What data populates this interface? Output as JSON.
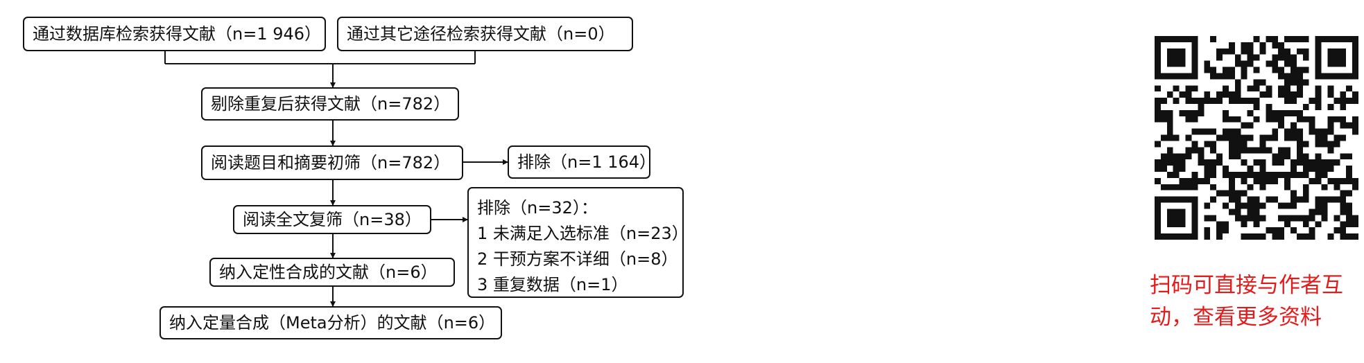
{
  "flowchart": {
    "db_search": "通过数据库检索获得文献（n=1 946）",
    "other_search": "通过其它途径检索获得文献（n=0）",
    "dedup": "剔除重复后获得文献（n=782）",
    "screen_title_abstract": "阅读题目和摘要初筛（n=782）",
    "exclude_1": "排除（n=1 164）",
    "fulltext_screen": "阅读全文复筛（n=38）",
    "exclude_2": {
      "title": "排除（n=32）：",
      "reasons": [
        "1 未满足入选标准（n=23）",
        "2 干预方案不详细（n=8）",
        "3 重复数据（n=1）"
      ]
    },
    "qualitative": "纳入定性合成的文献（n=6）",
    "quantitative": "纳入定量合成（Meta分析）的文献（n=6）"
  },
  "qr_panel": {
    "line1": "扫码可直接与作者互",
    "line2": "动，查看更多资料",
    "text_color": "#e31b1b",
    "icon": "qr-code-icon"
  }
}
